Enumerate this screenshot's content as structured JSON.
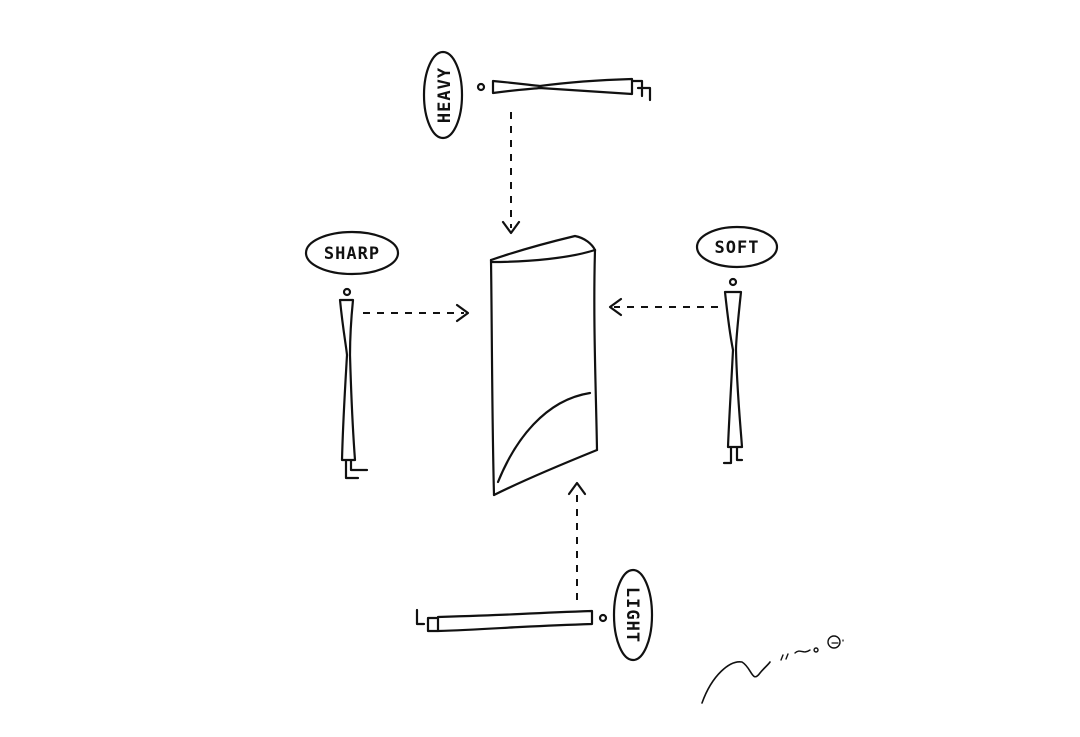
{
  "labels": {
    "heavy": "HEAVY",
    "sharp": "SHARP",
    "soft": "SOFT",
    "light": "LIGHT"
  },
  "colors": {
    "ink": "#111111",
    "background": "#ffffff"
  }
}
